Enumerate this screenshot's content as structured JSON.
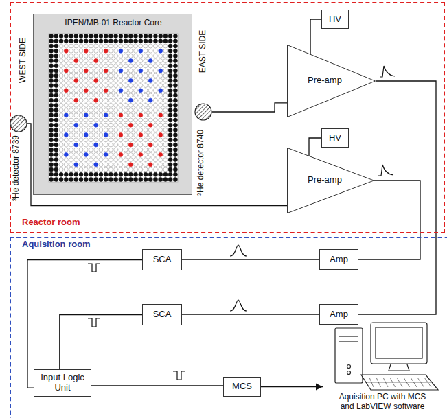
{
  "diagram": {
    "nodes": [
      {
        "text": [
          "Reactor room"
        ]
      },
      {
        "text": [
          "IPEN/MB-01 Reactor Core"
        ],
        "in": 0
      },
      {
        "text": [
          "HV"
        ],
        "in": 0
      },
      {
        "text": [
          "Pre-amp"
        ],
        "in": 0
      },
      {
        "text": [
          "³He detector 8739"
        ],
        "in": 0
      },
      {
        "text": [
          "³He detector 8740"
        ],
        "in": 0
      },
      {
        "text": [
          "HV"
        ],
        "in": 0
      },
      {
        "text": [
          "Pre-amp"
        ],
        "in": 0
      },
      {
        "text": [
          "Aquisition room"
        ]
      },
      {
        "text": [
          "SCA"
        ],
        "in": 8
      },
      {
        "text": [
          "Amp"
        ],
        "in": 8
      },
      {
        "text": [
          "SCA"
        ],
        "in": 8
      },
      {
        "text": [
          "Amp"
        ],
        "in": 8
      },
      {
        "text": [
          "Input Logic Unit"
        ],
        "in": 8
      },
      {
        "text": [
          "MCS"
        ],
        "in": 8
      },
      {
        "text": [
          "Aquisition PC with MCS and LabVIEW software"
        ],
        "in": 8
      }
    ],
    "edges": [
      {
        "from": 2,
        "to": 3,
        "arrow": "none"
      },
      {
        "from": 5,
        "to": 3,
        "arrow": "none"
      },
      {
        "from": 6,
        "to": 7,
        "arrow": "none"
      },
      {
        "from": 4,
        "to": 7,
        "arrow": "none"
      },
      {
        "from": 3,
        "to": 12,
        "arrow": "none"
      },
      {
        "from": 7,
        "to": 10,
        "arrow": "none"
      },
      {
        "from": 10,
        "to": 9,
        "arrow": "none"
      },
      {
        "from": 12,
        "to": 11,
        "arrow": "none"
      },
      {
        "from": 9,
        "to": 13,
        "arrow": "none"
      },
      {
        "from": 11,
        "to": 13,
        "arrow": "none"
      },
      {
        "from": 13,
        "to": 14,
        "arrow": "none"
      },
      {
        "from": 14,
        "to": 15,
        "arrow": "to"
      }
    ],
    "labels": [
      "WEST SIDE",
      "EAST SIDE"
    ]
  }
}
